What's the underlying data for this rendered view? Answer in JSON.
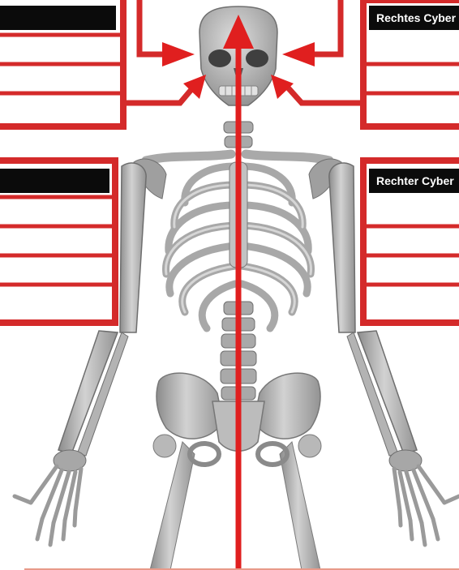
{
  "panels": {
    "left_head": {
      "title": "",
      "rows": [
        "",
        "",
        "",
        ""
      ]
    },
    "right_head": {
      "title": "Rechtes Cyber",
      "rows": [
        "",
        "",
        "",
        ""
      ]
    },
    "left_arm": {
      "title": "",
      "rows": [
        "",
        "",
        "",
        "",
        ""
      ]
    },
    "right_arm": {
      "title": "Rechter Cyber",
      "rows": [
        "",
        "",
        "",
        "",
        ""
      ]
    }
  },
  "colors": {
    "frame": "#d42a2a",
    "arrow": "#e01f1f",
    "header": "#0b0b0b",
    "bone": "#bdbdbd",
    "bone_shadow": "#8a8a8a"
  },
  "icons": [
    "skeleton-figure",
    "arrow-up",
    "arrow-right",
    "arrow-left"
  ]
}
